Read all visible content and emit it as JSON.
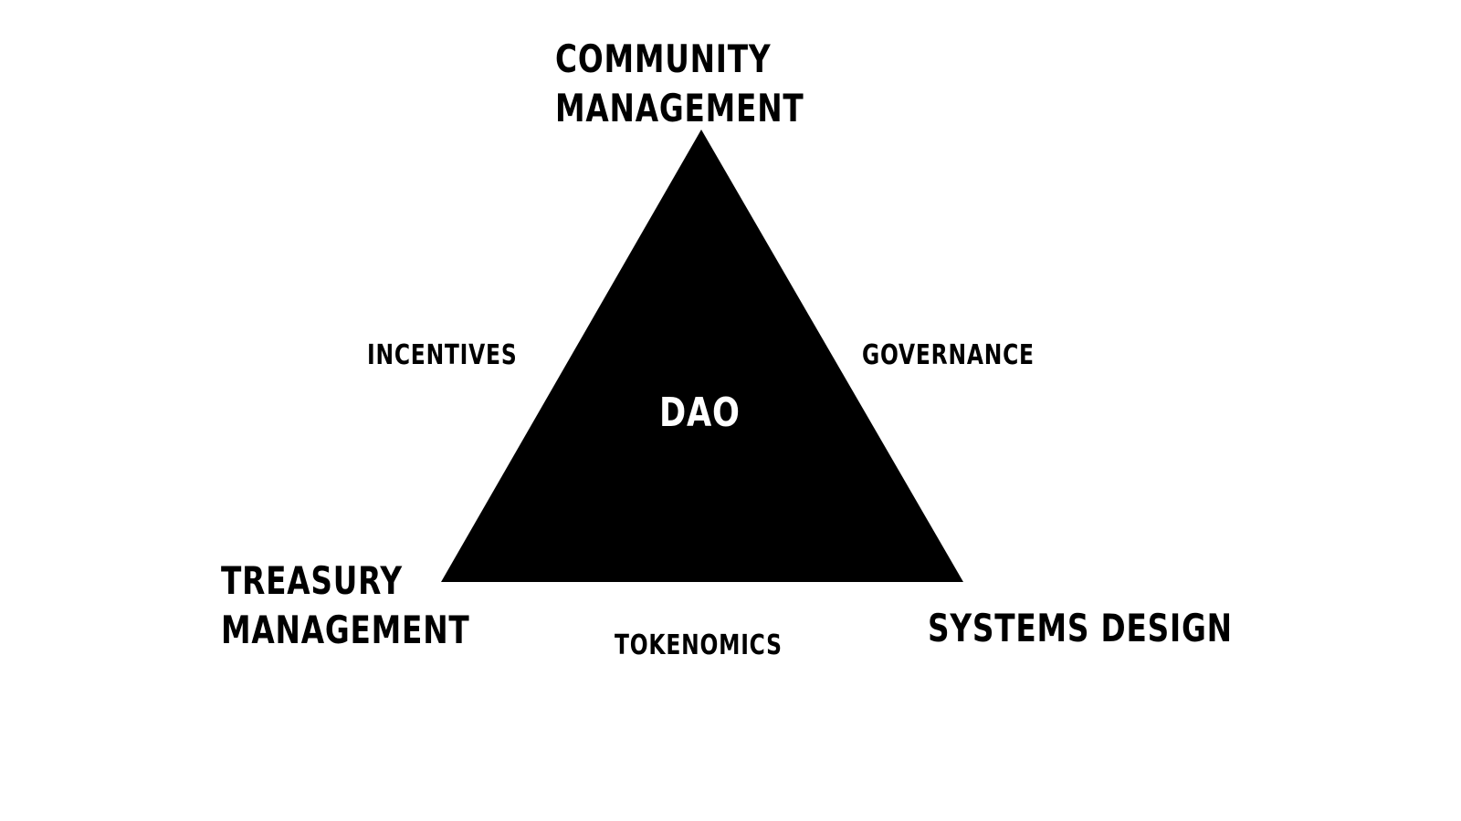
{
  "diagram": {
    "center": "DAO",
    "vertices": {
      "top": [
        "COMMUNITY",
        "MANAGEMENT"
      ],
      "bottom_left": [
        "TREASURY",
        "MANAGEMENT"
      ],
      "bottom_right": [
        "SYSTEMS DESIGN"
      ]
    },
    "edges": {
      "left": "INCENTIVES",
      "right": "GOVERNANCE",
      "bottom": "TOKENOMICS"
    },
    "colors": {
      "background": "#ffffff",
      "triangle": "#000000",
      "center_text": "#ffffff",
      "label_text": "#000000"
    }
  }
}
